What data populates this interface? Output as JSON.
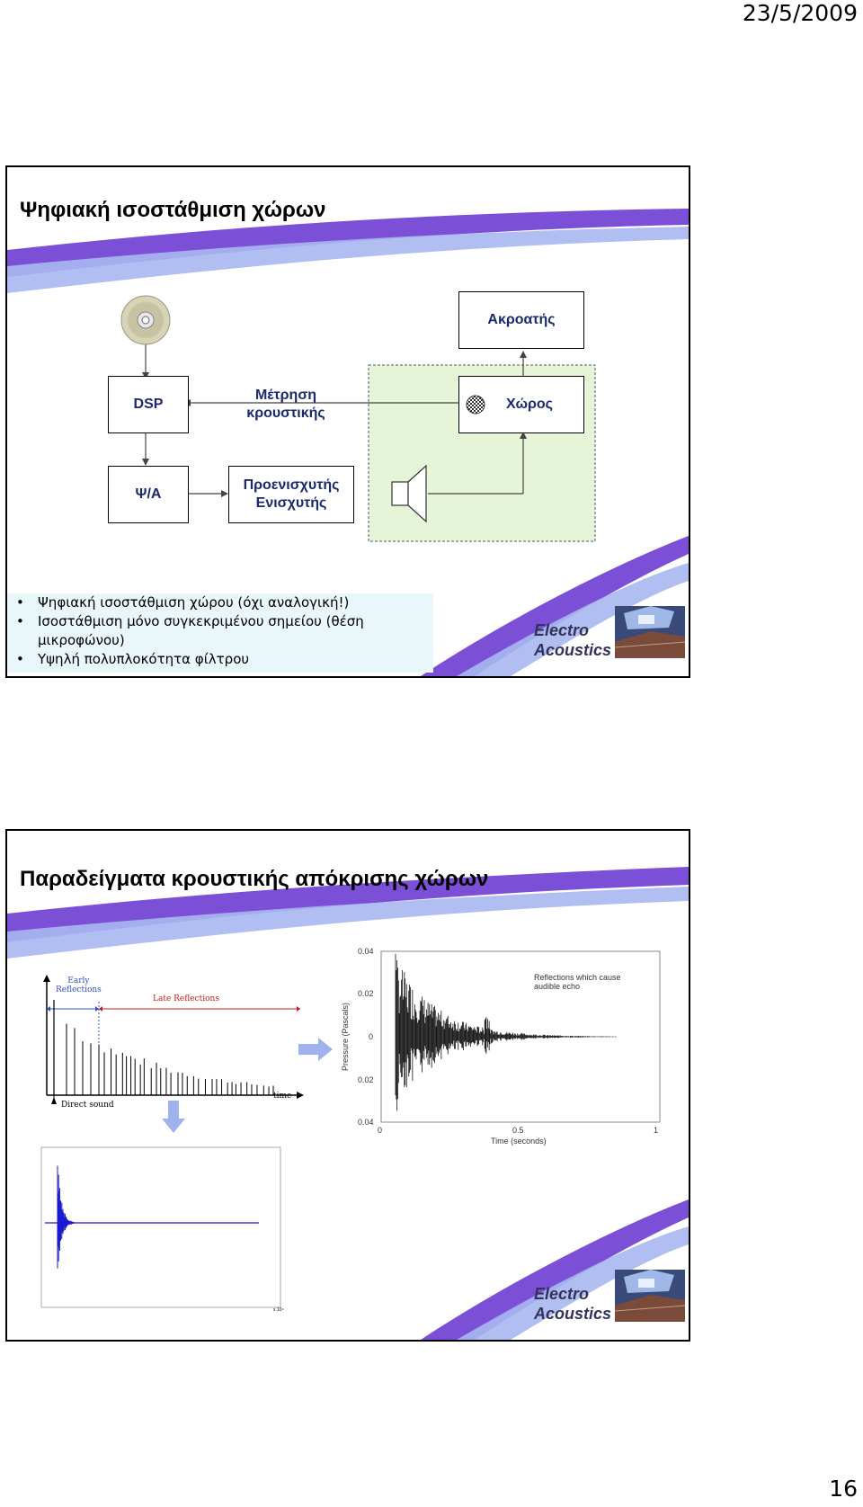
{
  "header": {
    "date": "23/5/2009"
  },
  "footer": {
    "page_number": "16"
  },
  "slide1": {
    "title": "Ψηφιακή ισοστάθμιση χώρων",
    "diagram": {
      "dsp": "DSP",
      "impulse_line1": "Μέτρηση",
      "impulse_line2": "κρουστικής",
      "room": "Χώρος",
      "listener": "Ακροατής",
      "da": "Ψ/Α",
      "amp_line1": "Προενισχυτής",
      "amp_line2": "Ενισχυτής"
    },
    "bullets": [
      "Ψηφιακή ισοστάθμιση χώρου (όχι αναλογική!)",
      "Ισοστάθμιση μόνο συγκεκριμένου σημείου (θέση μικροφώνου)",
      "Υψηλή πολυπλοκότητα φίλτρου"
    ],
    "logo": {
      "line1": "Electro",
      "line2": "Acoustics"
    }
  },
  "slide2": {
    "title": "Παραδείγματα κρουστικής απόκρισης χώρων",
    "figure_left": {
      "label_early": "Early",
      "label_reflections": "Reflections",
      "label_late": "Late Reflections",
      "label_direct": "Direct sound",
      "label_time": "time"
    },
    "figure_right": {
      "y_ticks": [
        "0.04",
        "0.02",
        "0",
        "0.02",
        "0.04"
      ],
      "x_ticks": [
        "0",
        "0.5",
        "1"
      ],
      "ylabel": "Pressure (Pascals)",
      "xlabel": "Time (seconds)",
      "annotation_line1": "Reflections which cause",
      "annotation_line2": "audible echo"
    },
    "figure_bottom": {
      "exponent": "x 10⁴"
    },
    "logo": {
      "line1": "Electro",
      "line2": "Acoustics"
    }
  },
  "colors": {
    "swoosh": "#7b4fd6",
    "swoosh_light": "#a9b7f0",
    "label_blue": "#1a2a6c",
    "highlight": "#e6f5d8"
  }
}
